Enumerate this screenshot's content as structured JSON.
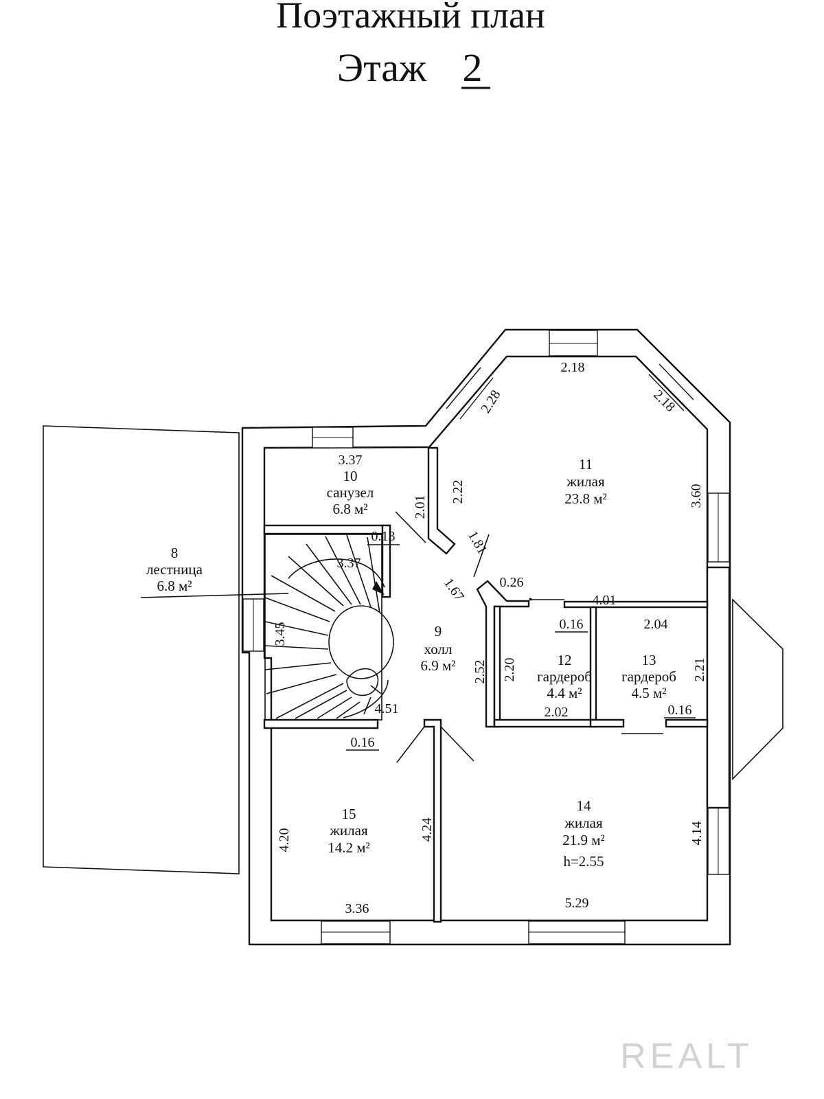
{
  "title": {
    "line1": "Поэтажный план",
    "line2_prefix": "Этаж",
    "floor_number": "2"
  },
  "rooms": {
    "r8": {
      "number": "8",
      "name": "лестница",
      "area": "6.8 м²"
    },
    "r9": {
      "number": "9",
      "name": "холл",
      "area": "6.9 м²"
    },
    "r10": {
      "number": "10",
      "name": "санузел",
      "area": "6.8 м²"
    },
    "r11": {
      "number": "11",
      "name": "жилая",
      "area": "23.8 м²"
    },
    "r12": {
      "number": "12",
      "name": "гардероб",
      "area": "4.4 м²"
    },
    "r13": {
      "number": "13",
      "name": "гардероб",
      "area": "4.5 м²"
    },
    "r14": {
      "number": "14",
      "name": "жилая",
      "area": "21.9 м²",
      "height": "h=2.55"
    },
    "r15": {
      "number": "15",
      "name": "жилая",
      "area": "14.2 м²"
    }
  },
  "dimensions": {
    "d_337_top": "3.37",
    "d_201": "2.01",
    "d_222": "2.22",
    "d_228": "2.28",
    "d_218_top": "2.18",
    "d_218_diag": "2.18",
    "d_360": "3.60",
    "d_013": "0.13",
    "d_337_stair": "3.37",
    "d_181": "1.81",
    "d_167": "1.67",
    "d_026": "0.26",
    "d_401": "4.01",
    "d_016_a": "0.16",
    "d_204": "2.04",
    "d_345": "3.45",
    "d_252": "2.52",
    "d_220": "2.20",
    "d_221": "2.21",
    "d_016_b": "0.16",
    "d_202": "2.02",
    "d_451": "4.51",
    "d_016_c": "0.16",
    "d_420": "4.20",
    "d_424": "4.24",
    "d_414": "4.14",
    "d_336": "3.36",
    "d_529": "5.29"
  },
  "watermark": "REALT"
}
